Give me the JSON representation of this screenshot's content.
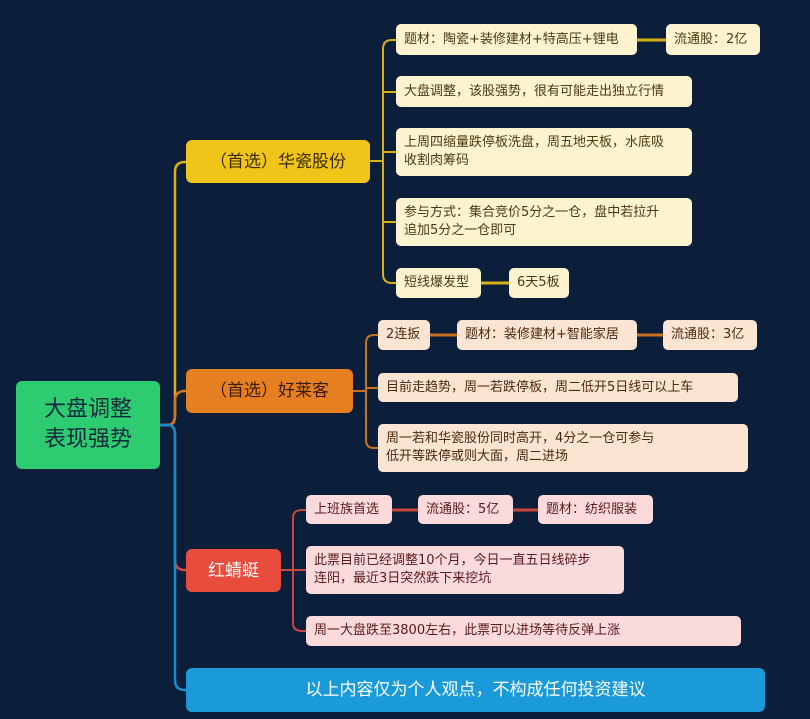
{
  "root": {
    "label": "大盘调整\n表现强势"
  },
  "colors": {
    "background": "#0b1f3b",
    "root": "#2ecc71",
    "branch1": "#f0c419",
    "branch2": "#e67e22",
    "branch3": "#e74c3c",
    "footer": "#1a9ad8"
  },
  "branch1": {
    "label": "（首选）华瓷股份",
    "children": [
      {
        "label": "题材：陶瓷+装修建材+特高压+锂电",
        "child": "流通股：2亿"
      },
      {
        "label": "大盘调整，该股强势，很有可能走出独立行情"
      },
      {
        "label": "上周四缩量跌停板洗盘，周五地天板，水底吸\n收割肉筹码"
      },
      {
        "label": "参与方式：集合竞价5分之一仓，盘中若拉升\n追加5分之一仓即可"
      },
      {
        "label": "短线爆发型",
        "child": "6天5板"
      }
    ]
  },
  "branch2": {
    "label": "（首选）好莱客",
    "children": [
      {
        "label": "2连扳",
        "child": "题材：装修建材+智能家居",
        "grandchild": "流通股：3亿"
      },
      {
        "label": "目前走趋势，周一若跌停板，周二低开5日线可以上车"
      },
      {
        "label": "周一若和华瓷股份同时高开，4分之一仓可参与\n低开等跌停或则大面，周二进场"
      }
    ]
  },
  "branch3": {
    "label": "红蜻蜓",
    "children": [
      {
        "label": "上班族首选",
        "child": "流通股：5亿",
        "grandchild": "题材：纺织服装"
      },
      {
        "label": "此票目前已经调整10个月，今日一直五日线碎步\n连阳，最近3日突然跌下来挖坑"
      },
      {
        "label": "周一大盘跌至3800左右，此票可以进场等待反弹上涨"
      }
    ]
  },
  "footer": {
    "label": "以上内容仅为个人观点，不构成任何投资建议"
  }
}
